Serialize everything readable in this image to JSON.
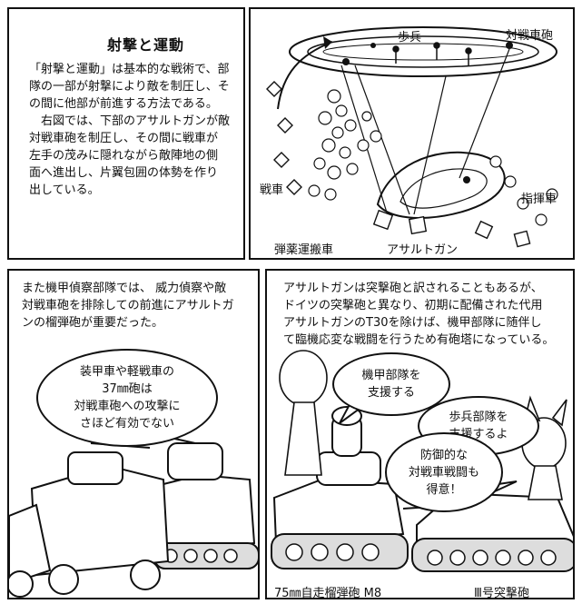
{
  "panel1": {
    "title": "射撃と運動",
    "body": "「射撃と運動」は基本的な戦術で、部\n隊の一部が射撃により敵を制圧し、そ\nの間に他部が前進する方法である。\n　右図では、下部のアサルトガンが敵\n対戦車砲を制圧し、その間に戦車が\n左手の茂みに隠れながら敵陣地の側\n面へ進出し、片翼包囲の体勢を作り\n出している。"
  },
  "diagram": {
    "infantry": "歩兵",
    "antitank_gun": "対戦車砲",
    "tank": "戦車",
    "command_tank": "指揮車",
    "ammo_carrier": "弾薬運搬車",
    "assault_gun": "アサルトガン"
  },
  "panel3": {
    "body": "また機甲偵察部隊では、 威力偵察や敵\n対戦車砲を排除しての前進にアサルトガ\nンの榴弾砲が重要だった。",
    "bubble": "装甲車や軽戦車の\n37㎜砲は\n対戦車砲への攻撃に\nさほど有効でない"
  },
  "panel4": {
    "body": "アサルトガンは突撃砲と訳されることもあるが、\nドイツの突撃砲と異なり、初期に配備された代用\nアサルトガンのT30を除けば、機甲部隊に随伴し\nて臨機応変な戦闘を行うため有砲塔になっている。",
    "bubble_left": "機甲部隊を\n支援する",
    "bubble_right_1": "歩兵部隊を\n支援するよ",
    "bubble_right_2": "防御的な\n対戦車戦闘も\n得意！",
    "caption_left": "75㎜自走榴弾砲 M8",
    "caption_right": "Ⅲ号突撃砲"
  }
}
